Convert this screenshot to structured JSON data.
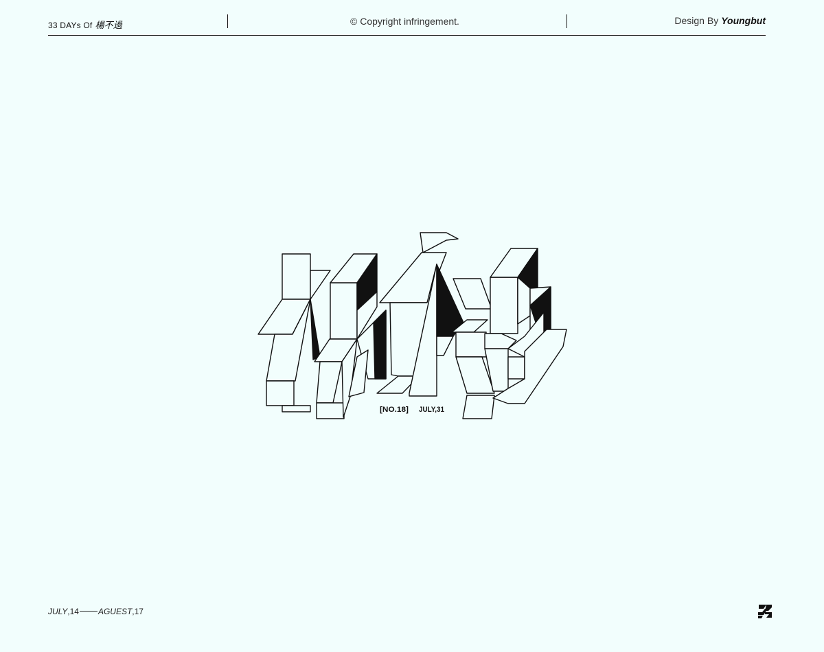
{
  "header": {
    "series_title": "33 DAYs Of",
    "series_title_cn": "楊不過",
    "copyright": "© Copyright infringement.",
    "design_by": "Design By",
    "author": "Youngbut"
  },
  "artwork": {
    "number_label": "[NO.18]",
    "date_label": "JULY,31"
  },
  "footer": {
    "start_month": "JULY",
    "start_day": ",14",
    "end_month": "AGUEST",
    "end_day": ",17"
  },
  "icons": [
    "logo-mark-icon"
  ],
  "colors": {
    "background": "#f2fefd",
    "ink": "#111111"
  }
}
